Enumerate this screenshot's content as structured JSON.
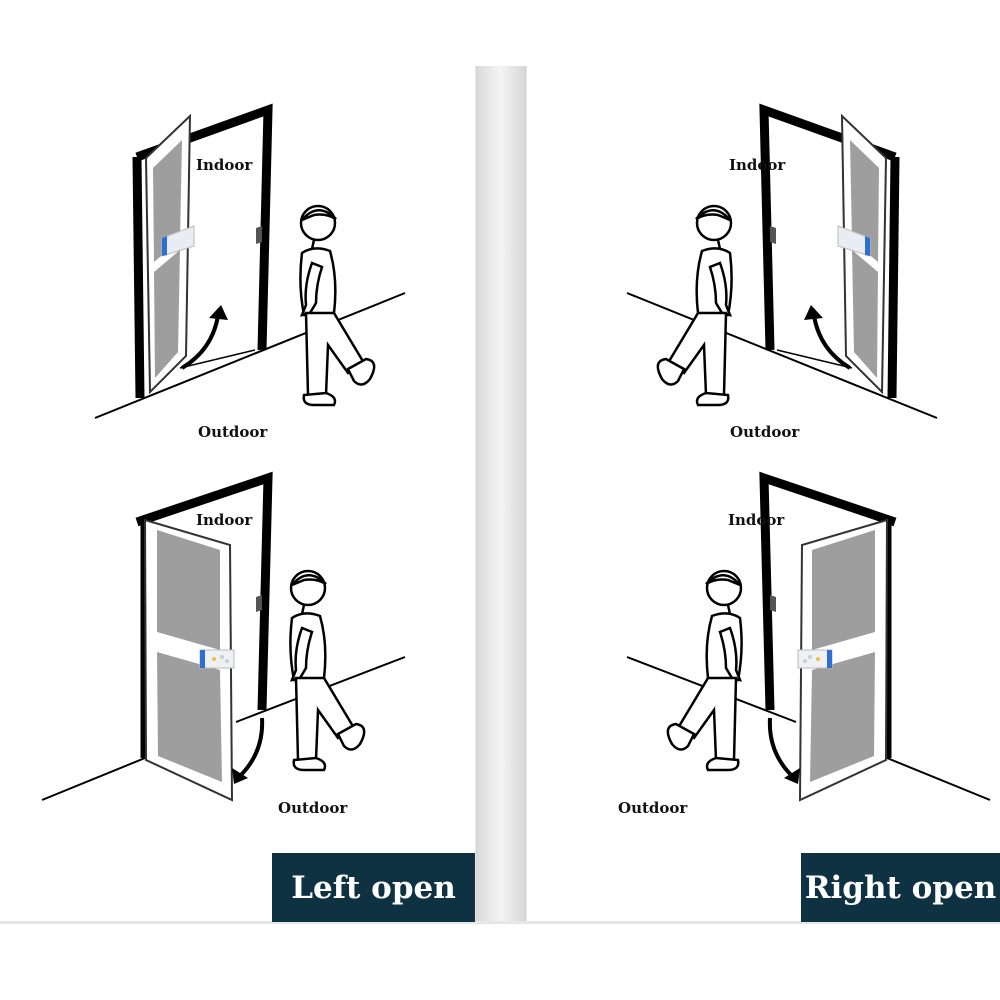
{
  "panels": {
    "top_left": {
      "indoor": "Indoor",
      "outdoor": "Outdoor"
    },
    "bottom_left": {
      "indoor": "Indoor",
      "outdoor": "Outdoor"
    },
    "top_right": {
      "indoor": "Indoor",
      "outdoor": "Outdoor"
    },
    "bottom_right": {
      "indoor": "Indoor",
      "outdoor": "Outdoor"
    }
  },
  "banners": {
    "left": "Left open",
    "right": "Right open"
  },
  "colors": {
    "banner_bg": "#0f3242",
    "banner_text": "#ffffff",
    "door_panel": "#9e9e9e",
    "pillar": "#eeeeee"
  }
}
